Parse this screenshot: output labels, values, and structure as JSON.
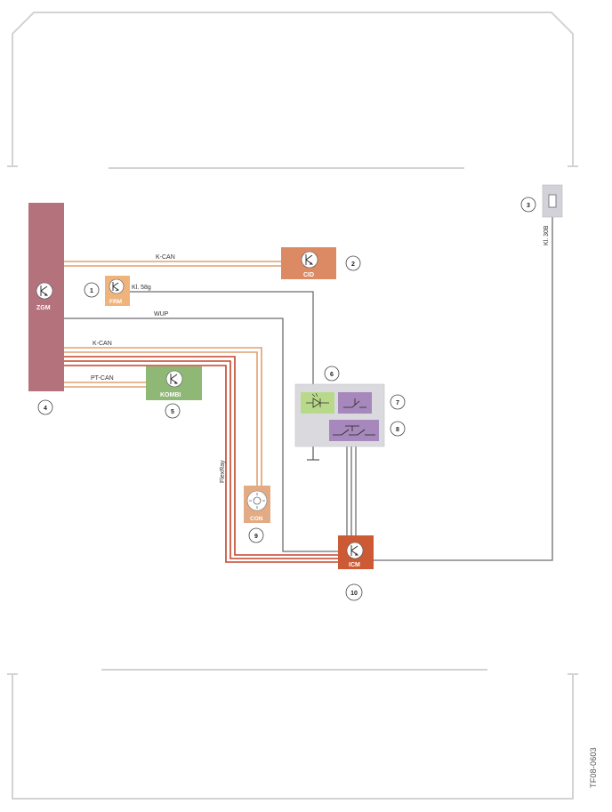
{
  "colors": {
    "frame": "#d3d3d3",
    "wire_orange": "#e0a070",
    "wire_red": "#c5442a",
    "wire_gray": "#6e6e74",
    "zgm": "#b3727c",
    "cid": "#dc8a63",
    "frm": "#efb37c",
    "kombi": "#8fb876",
    "con": "#e3ab83",
    "icm": "#cc5a35",
    "module6": "#dadade",
    "led_green": "#b9d98a",
    "relay_purple": "#a788bd",
    "fuse": "#d2d2d8"
  },
  "components": {
    "zgm": {
      "label": "ZGM",
      "number": "4"
    },
    "cid": {
      "label": "CID",
      "number": "2"
    },
    "frm": {
      "label": "FRM",
      "number": "1"
    },
    "kombi": {
      "label": "KOMBI",
      "number": "5"
    },
    "con": {
      "label": "CON",
      "number": "9"
    },
    "icm": {
      "label": "ICM",
      "number": "10"
    },
    "module": {
      "number": "6",
      "led_number": "7",
      "relay_number": "8"
    },
    "fuse": {
      "number": "3",
      "label": "Kl. 30B"
    }
  },
  "wires": {
    "kcan_top": "K-CAN",
    "kl58g": "Kl. 58g",
    "wup": "WUP",
    "kcan_mid": "K-CAN",
    "ptcan": "PT-CAN",
    "flexray": "FlexRay"
  },
  "figure_code": "TF08-0603"
}
